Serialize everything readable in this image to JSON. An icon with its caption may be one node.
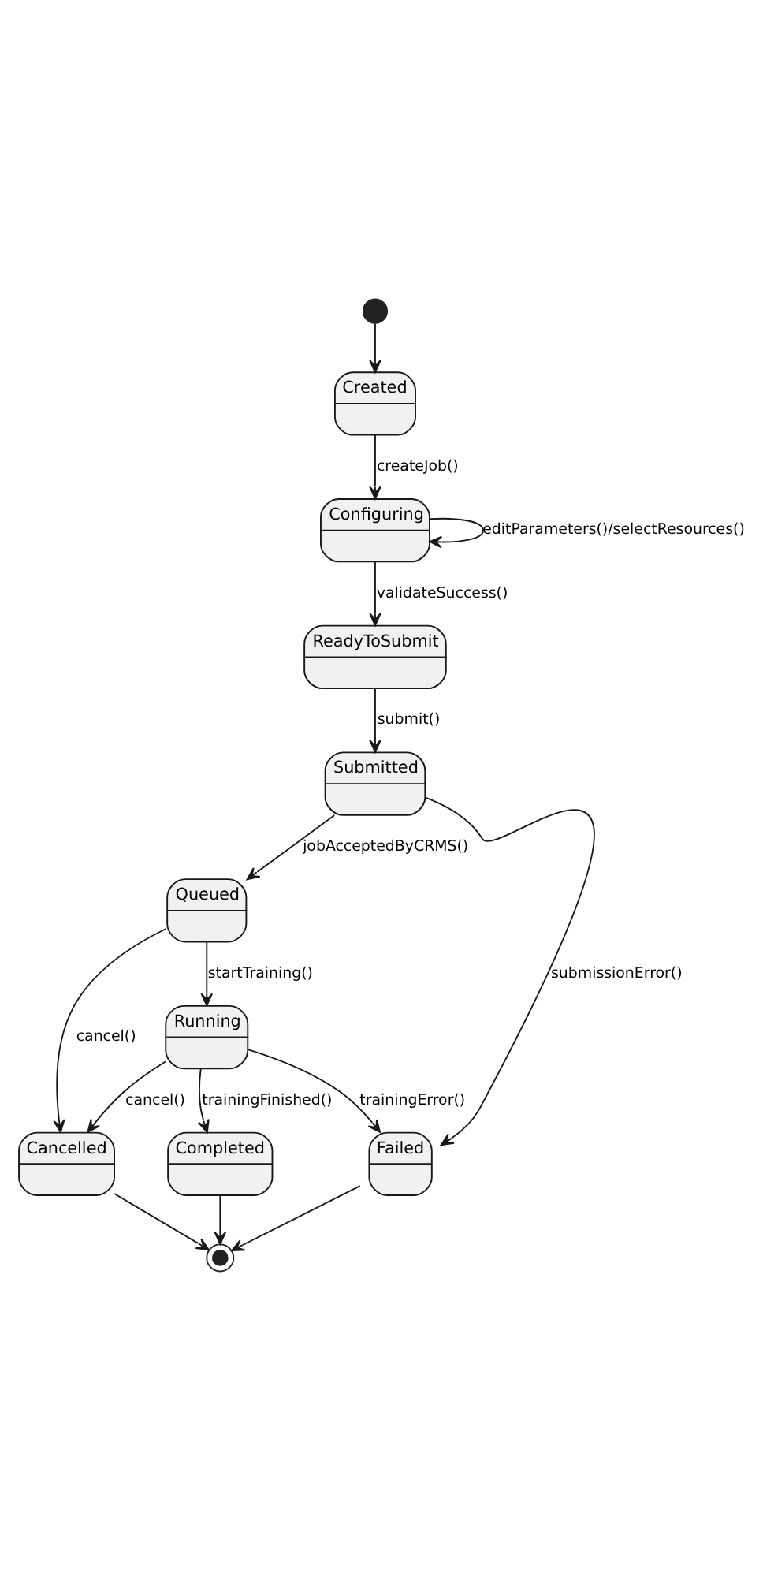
{
  "diagram": {
    "nodes": [
      {
        "text": [],
        "shape": "circle"
      },
      {
        "text": [
          "Created"
        ]
      },
      {
        "text": [
          "Configuring"
        ]
      },
      {
        "text": [
          "ReadyToSubmit"
        ]
      },
      {
        "text": [
          "Submitted"
        ]
      },
      {
        "text": [
          "Queued"
        ]
      },
      {
        "text": [
          "Running"
        ]
      },
      {
        "text": [
          "Failed"
        ]
      },
      {
        "text": [
          "Completed"
        ]
      },
      {
        "text": [
          "Cancelled"
        ]
      },
      {
        "text": [],
        "shape": "bullseye"
      }
    ],
    "edges": [
      {
        "from": 0,
        "to": 1,
        "arrow": "to"
      },
      {
        "from": 1,
        "to": 2,
        "arrow": "to",
        "label": "createJob()"
      },
      {
        "from": 2,
        "to": 2,
        "arrow": "to",
        "label": "editParameters()/selectResources()"
      },
      {
        "from": 2,
        "to": 3,
        "arrow": "to",
        "label": "validateSuccess()"
      },
      {
        "from": 3,
        "to": 4,
        "arrow": "to",
        "label": "submit()"
      },
      {
        "from": 4,
        "to": 5,
        "arrow": "to",
        "label": "jobAcceptedByCRMS()"
      },
      {
        "from": 4,
        "to": 7,
        "arrow": "to",
        "label": "submissionError()"
      },
      {
        "from": 5,
        "to": 6,
        "arrow": "to",
        "label": "startTraining()"
      },
      {
        "from": 5,
        "to": 9,
        "arrow": "to",
        "label": "cancel()"
      },
      {
        "from": 6,
        "to": 7,
        "arrow": "to",
        "label": "trainingError()"
      },
      {
        "from": 6,
        "to": 8,
        "arrow": "to",
        "label": "trainingFinished()"
      },
      {
        "from": 6,
        "to": 9,
        "arrow": "to",
        "label": "cancel()"
      },
      {
        "from": 7,
        "to": 10,
        "arrow": "to"
      },
      {
        "from": 8,
        "to": 10,
        "arrow": "to"
      },
      {
        "from": 9,
        "to": 10,
        "arrow": "to"
      }
    ]
  }
}
